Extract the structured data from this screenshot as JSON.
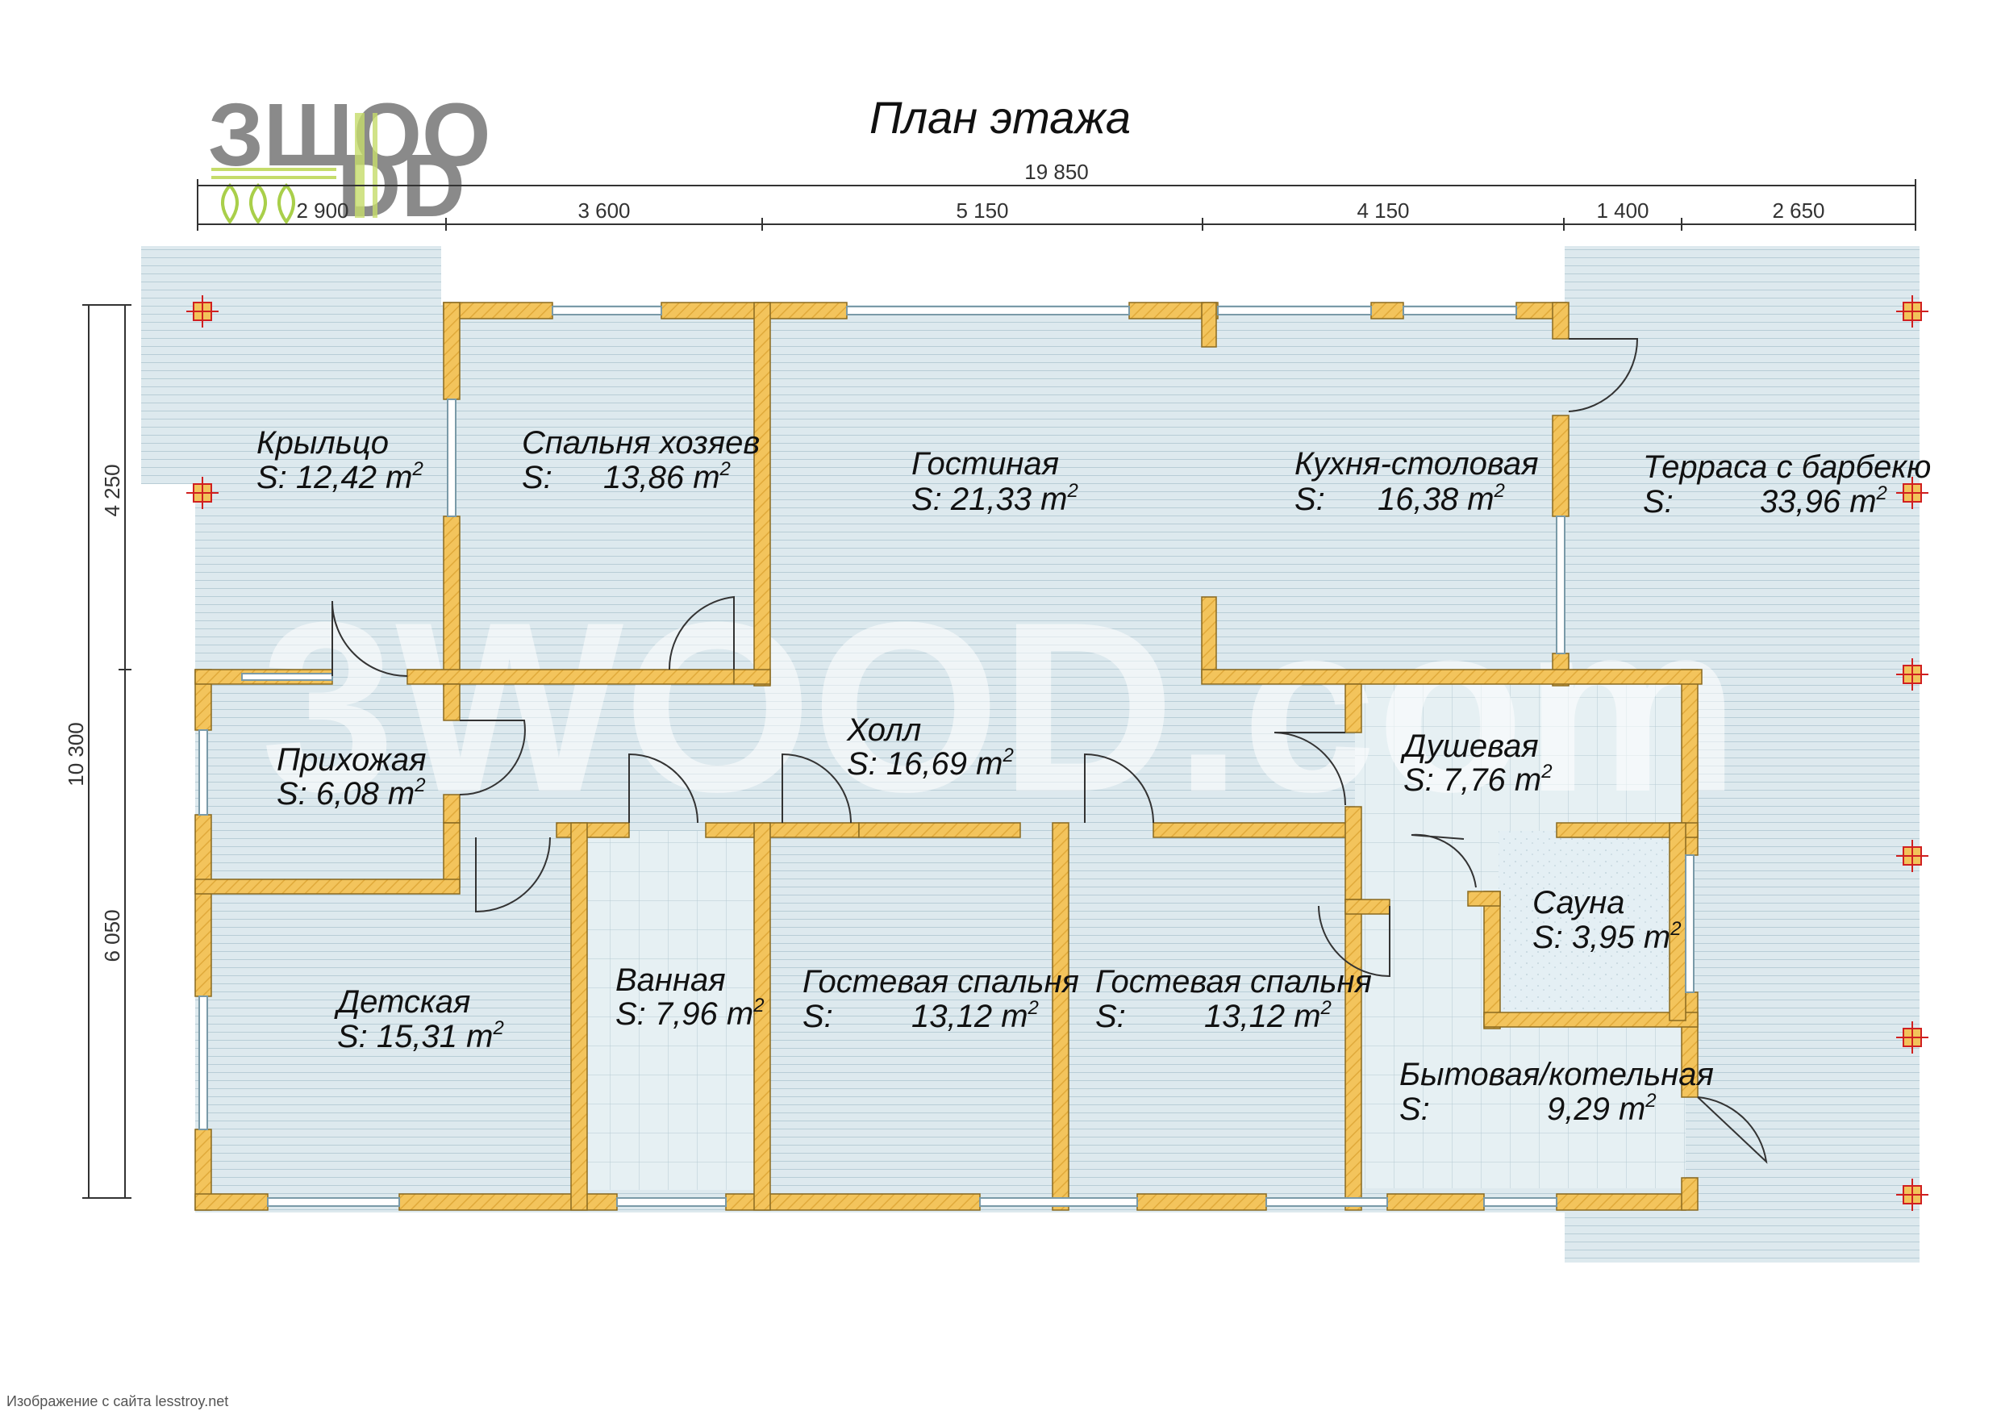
{
  "title": "План этажа",
  "logo": {
    "line1": "ЗШОО",
    "line2": "DD"
  },
  "watermark": "3WOOD.com",
  "credit": "Изображение с сайта lesstroy.net",
  "dimensions": {
    "total_width": "19 850",
    "segments": [
      "2 900",
      "3 600",
      "5 150",
      "4 150",
      "1 400",
      "2 650"
    ],
    "total_height": "10 300",
    "height_segments": [
      "4 250",
      "6 050"
    ]
  },
  "rooms": {
    "porch": {
      "name": "Крыльцо",
      "area": "S: 12,42 m"
    },
    "master": {
      "name": "Спальня хозяев",
      "s": "S:",
      "val": "13,86 m"
    },
    "living": {
      "name": "Гостиная",
      "area": "S: 21,33 m"
    },
    "kitchen": {
      "name": "Кухня-столовая",
      "s": "S:",
      "val": "16,38 m"
    },
    "terrace": {
      "name": "Терраса с барбекю",
      "s": "S:",
      "val": "33,96 m"
    },
    "hall": {
      "name": "Холл",
      "area": "S: 16,69 m"
    },
    "entry": {
      "name": "Прихожая",
      "area": "S: 6,08 m"
    },
    "shower": {
      "name": "Душевая",
      "area": "S: 7,76 m"
    },
    "sauna": {
      "name": "Сауна",
      "area": "S: 3,95 m"
    },
    "kids": {
      "name": "Детская",
      "area": "S: 15,31 m"
    },
    "bath": {
      "name": "Ванная",
      "area": "S: 7,96 m"
    },
    "guest1": {
      "name": "Гостевая спальня",
      "s": "S:",
      "val": "13,12 m"
    },
    "guest2": {
      "name": "Гостевая спальня",
      "s": "S:",
      "val": "13,12 m"
    },
    "utility": {
      "name": "Бытовая/котельная",
      "s": "S:",
      "val": "9,29 m"
    }
  },
  "sup": "2",
  "colors": {
    "wall": "#f2c35a",
    "floor": "#dbe9ef",
    "tile": "#e3eef2",
    "sauna": "#e6f0f4",
    "line": "#7a9aa8"
  }
}
